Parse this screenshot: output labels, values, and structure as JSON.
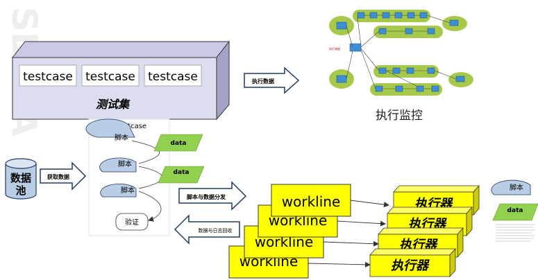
{
  "watermark": "SDAVA",
  "test_suite": {
    "label": "测试集",
    "cases": [
      "testcase",
      "testcase",
      "testcase"
    ]
  },
  "arrows": {
    "execute_data": "执行数据",
    "fetch_data": "获取数据",
    "script_and_data_dispatch": "脚本与数据分发",
    "data_and_log_collect": "数据与日志回收"
  },
  "monitor": {
    "label": "执行监控",
    "center_node": "执行调度"
  },
  "data_pool": {
    "label_line1": "数据",
    "label_line2": "池"
  },
  "testcase_detail": {
    "title": "testcase",
    "script_label": "脚本",
    "data_label": "data",
    "verify_label": "验证"
  },
  "worklines": [
    "workline",
    "workline",
    "workline",
    "workline"
  ],
  "executors": [
    "执行器",
    "执行器",
    "执行器",
    "执行器"
  ],
  "legend": {
    "script": "脚本",
    "data": "data"
  },
  "colors": {
    "suite_box": "#ddddf0",
    "script_fill": "#b9cde5",
    "data_fill": "#92d050",
    "workline_fill": "#ffff00",
    "monitor_capsule": "#a6c94a",
    "monitor_node": "#3c8fd6"
  }
}
